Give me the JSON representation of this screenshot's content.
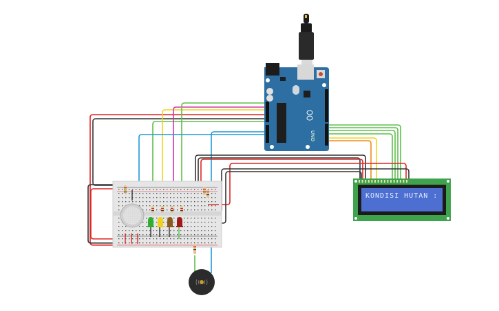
{
  "title": "Arduino forest condition monitor circuit",
  "colors": {
    "arduino_blue": "#2d6fa3",
    "breadboard": "#e6e6e6",
    "lcd_green": "#3fa34d",
    "lcd_screen": "#4c6fd1",
    "wire_red": "#e02424",
    "wire_black": "#333333",
    "wire_green": "#5cbf4a",
    "wire_yellow": "#f2d21b",
    "wire_magenta": "#d433a8",
    "wire_blue": "#1e9ad6",
    "wire_orange": "#f08a1c"
  },
  "arduino": {
    "label": "UNO",
    "logo": "arduino-logo"
  },
  "lcd": {
    "line1": "KONDISI HUTAN :",
    "line2": ""
  },
  "components": {
    "sensor": "gas-sensor",
    "leds": [
      {
        "name": "led-green",
        "color": "#2fae2f"
      },
      {
        "name": "led-yellow",
        "color": "#f1d21b"
      },
      {
        "name": "led-brown",
        "color": "#8a5a1c"
      },
      {
        "name": "led-red",
        "color": "#a01818"
      }
    ],
    "buzzer": "piezo-buzzer"
  }
}
